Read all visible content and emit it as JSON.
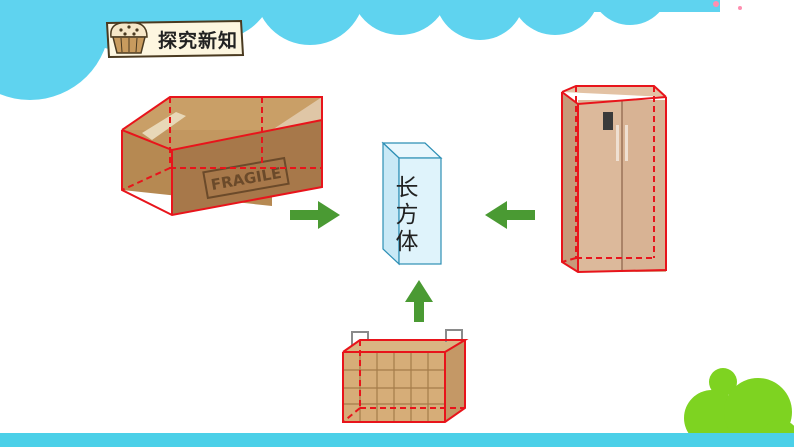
{
  "header": {
    "title": "探究新知"
  },
  "center": {
    "label": "长方体"
  },
  "box": {
    "print": "FRAGILE"
  },
  "colors": {
    "accent_cyan": "#5fd3ef",
    "edge_red": "#e8141b",
    "arrow_green": "#4a9a33",
    "cuboid_blue": "#d8f0fa",
    "green_dots": "#7ed321"
  },
  "icons": [
    "cupcake-icon",
    "arrow-right-icon",
    "arrow-left-icon",
    "arrow-up-icon"
  ]
}
